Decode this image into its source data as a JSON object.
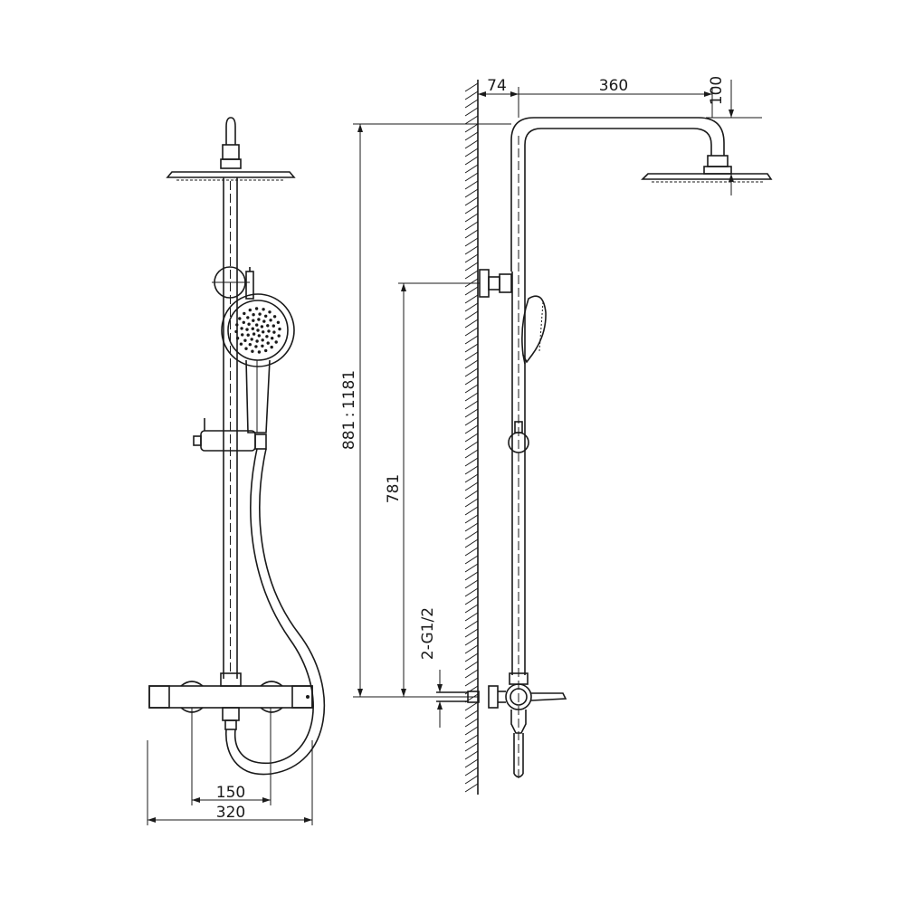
{
  "dimensions": {
    "wall_offset": "74",
    "arm_length": "360",
    "head_drop": "100",
    "height_range": "881 : 1181",
    "bracket_height": "781",
    "inlet_thread": "2-G1/2",
    "inlet_spacing": "150",
    "mixer_width": "320"
  },
  "colors": {
    "line": "#1a1a1a",
    "background": "#ffffff"
  }
}
